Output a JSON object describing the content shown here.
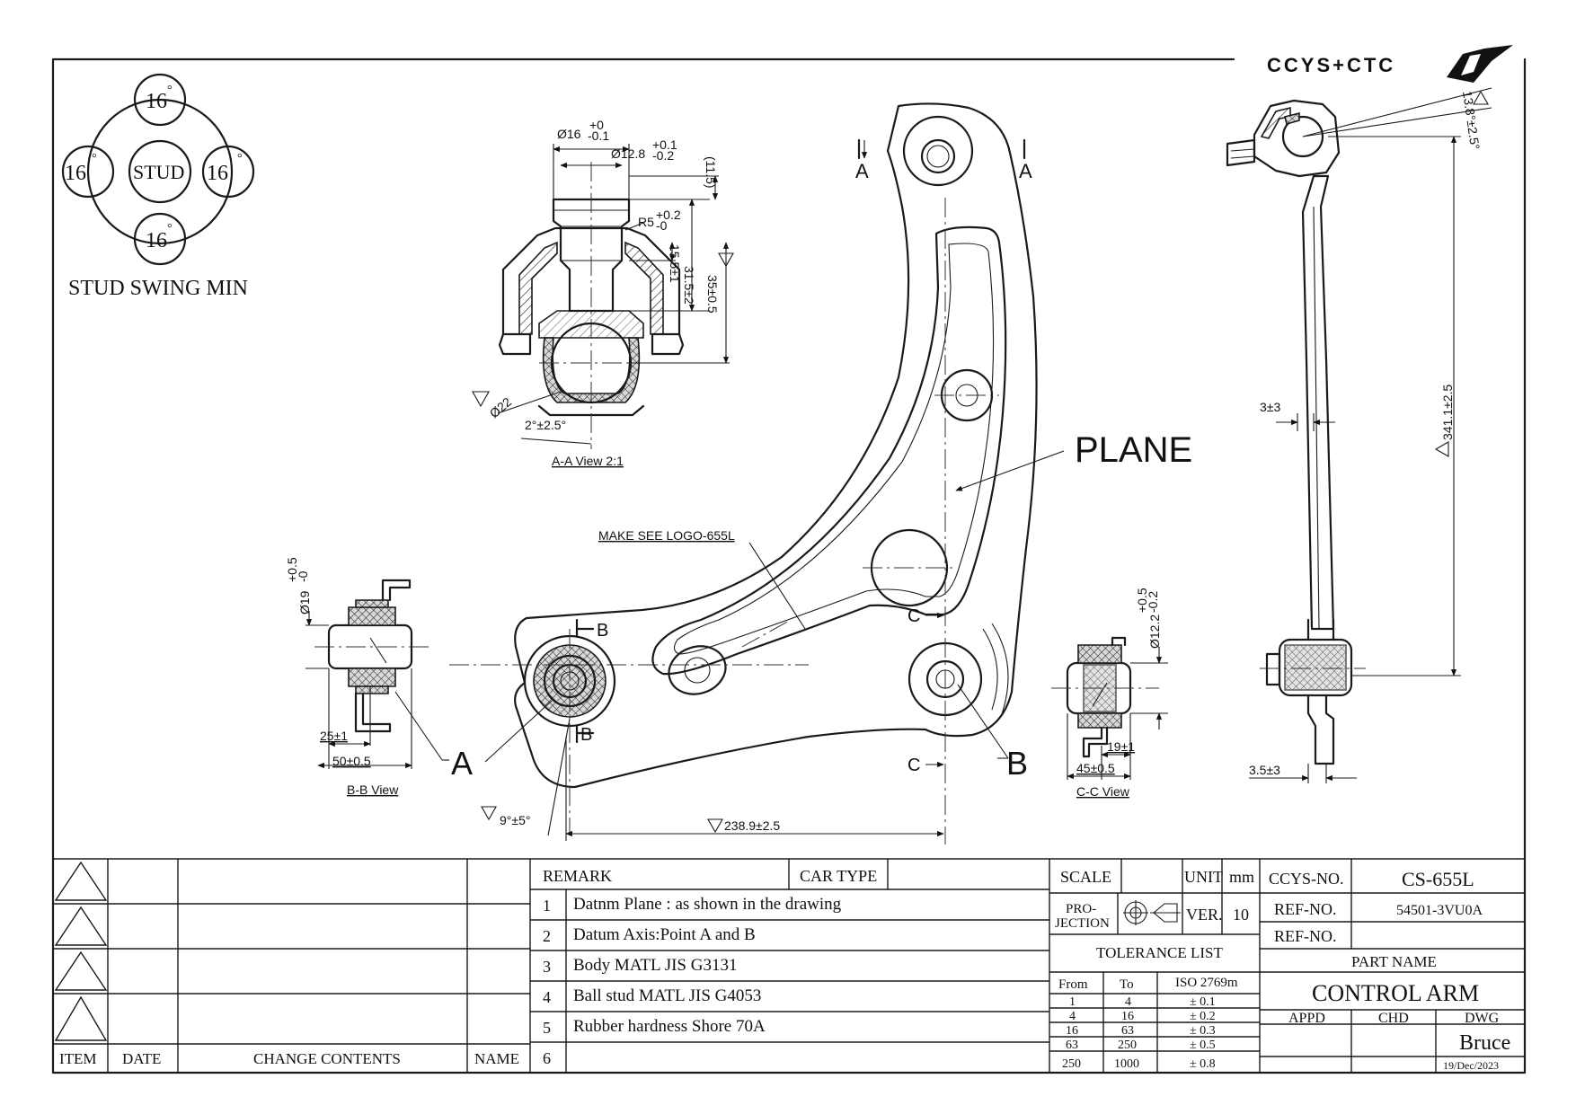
{
  "logo": {
    "text": "CCYS+CTC"
  },
  "stud_swing": {
    "top": "16",
    "left": "16",
    "right": "16",
    "bottom": "16",
    "degree": "°",
    "center": "STUD",
    "caption": "STUD SWING MIN"
  },
  "views": {
    "aa_title": "A-A View 2:1",
    "bb_title": "B-B View",
    "cc_title": "C-C View",
    "section_a": "A",
    "section_b": "B",
    "section_c": "C",
    "plane": "PLANE",
    "logo_note": "MAKE SEE LOGO-655L"
  },
  "dimensions": {
    "d16": "Ø16",
    "d16_tol_up": "+0",
    "d16_tol_dn": "-0.1",
    "d128": "Ø12.8",
    "d128_tol_up": "+0.1",
    "d128_tol_dn": "-0.2",
    "r5": "R5",
    "r5_tol_up": "+0.2",
    "r5_tol_dn": "-0",
    "ref115": "(11.5)",
    "h155": "15.5±1",
    "h315": "31.5±2",
    "h35": "35±0.5",
    "d22": "Ø22",
    "ang2": "2°±2.5°",
    "d19": "Ø19",
    "d19_tol_up": "+0.5",
    "d19_tol_dn": "-0",
    "w25": "25±1",
    "w50": "50±0.5",
    "ang9": "9°±5°",
    "len238": "238.9±2.5",
    "d122": "Ø12.2",
    "d122_tol_up": "+0.5",
    "d122_tol_dn": "-0.2",
    "w19": "19±1",
    "w45": "45±0.5",
    "ang138": "13.8°±2.5°",
    "len341": "341.1±2.5",
    "w3": "3±3",
    "w35": "3.5±3"
  },
  "title_block": {
    "revision_headers": {
      "item": "ITEM",
      "date": "DATE",
      "change": "CHANGE CONTENTS",
      "name": "NAME"
    },
    "remark_label": "REMARK",
    "car_type_label": "CAR TYPE",
    "remarks": [
      {
        "no": "1",
        "text": "Datnm Plane : as shown in the drawing"
      },
      {
        "no": "2",
        "text": "Datum Axis:Point A and B"
      },
      {
        "no": "3",
        "text": "Body MATL JIS G3131"
      },
      {
        "no": "4",
        "text": "Ball stud MATL JIS G4053"
      },
      {
        "no": "5",
        "text": "Rubber hardness Shore 70A"
      },
      {
        "no": "6",
        "text": ""
      }
    ],
    "scale_label": "SCALE",
    "unit_label": "UNIT",
    "unit_value": "mm",
    "projection_label_1": "PRO-",
    "projection_label_2": "JECTION",
    "ver_label": "VER.",
    "ver_value": "10",
    "tolerance_title": "TOLERANCE LIST",
    "tolerance_headers": {
      "from": "From",
      "to": "To",
      "iso": "ISO 2769m"
    },
    "tolerances": [
      {
        "from": "1",
        "to": "4",
        "tol": "± 0.1"
      },
      {
        "from": "4",
        "to": "16",
        "tol": "± 0.2"
      },
      {
        "from": "16",
        "to": "63",
        "tol": "± 0.3"
      },
      {
        "from": "63",
        "to": "250",
        "tol": "± 0.5"
      },
      {
        "from": "250",
        "to": "1000",
        "tol": "± 0.8"
      }
    ],
    "ccys_no_label": "CCYS-NO.",
    "ccys_no": "CS-655L",
    "ref_no_label": "REF-NO.",
    "ref_no": "54501-3VU0A",
    "ref_no2_label": "REF-NO.",
    "ref_no2": "",
    "part_name_label": "PART NAME",
    "part_name": "CONTROL ARM",
    "appd_label": "APPD",
    "chd_label": "CHD",
    "dwg_label": "DWG",
    "dwg_name": "Bruce",
    "dwg_date": "19/Dec/2023"
  }
}
